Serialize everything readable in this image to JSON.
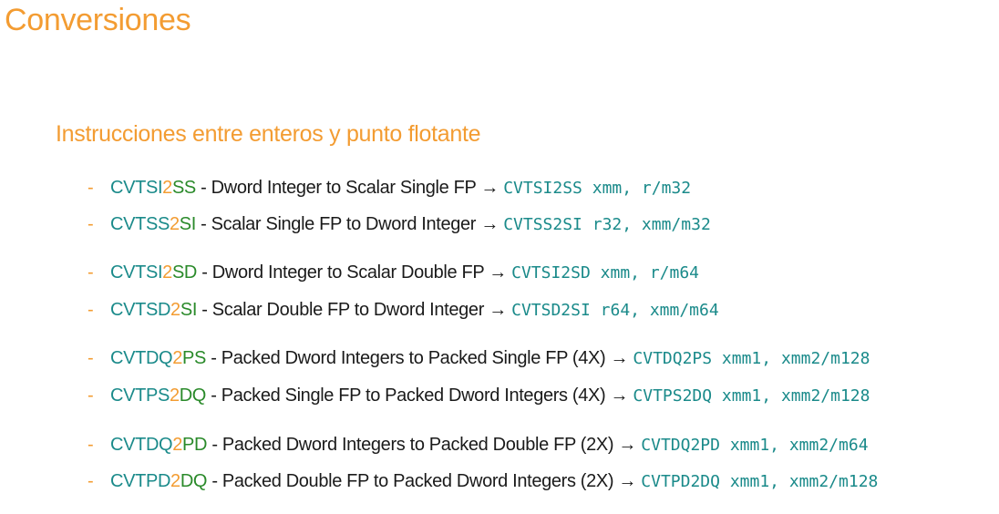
{
  "title": "Conversiones",
  "heading": "Instrucciones entre enteros y punto flotante",
  "bullet": "-",
  "arrow": "→",
  "separator": " - ",
  "colors": {
    "accent_orange": "#f39c32",
    "mnemonic_teal": "#1a8a8a",
    "mnemonic_green": "#2a8a2a",
    "text": "#1a1a1a"
  },
  "items": [
    {
      "mn_a": "CVTSI",
      "two": "2",
      "mn_b": "SS",
      "desc": "Dword Integer to Scalar Single FP",
      "syntax": "CVTSI2SS xmm, r/m32"
    },
    {
      "mn_a": "CVTSS",
      "two": "2",
      "mn_b": "SI",
      "desc": "Scalar Single FP to Dword Integer",
      "syntax": "CVTSS2SI r32, xmm/m32"
    },
    {
      "mn_a": "CVTSI",
      "two": "2",
      "mn_b": "SD",
      "desc": "Dword Integer to Scalar Double FP",
      "syntax": "CVTSI2SD xmm, r/m64"
    },
    {
      "mn_a": "CVTSD",
      "two": "2",
      "mn_b": "SI",
      "desc": "Scalar Double FP to Dword Integer",
      "syntax": "CVTSD2SI r64, xmm/m64"
    },
    {
      "mn_a": "CVTDQ",
      "two": "2",
      "mn_b": "PS",
      "desc": "Packed Dword Integers to Packed Single FP (4X)",
      "syntax": "CVTDQ2PS xmm1, xmm2/m128"
    },
    {
      "mn_a": "CVTPS",
      "two": "2",
      "mn_b": "DQ",
      "desc": "Packed Single FP to Packed Dword Integers (4X)",
      "syntax": "CVTPS2DQ xmm1, xmm2/m128"
    },
    {
      "mn_a": "CVTDQ",
      "two": "2",
      "mn_b": "PD",
      "desc": "Packed Dword Integers to Packed Double FP (2X)",
      "syntax": "CVTDQ2PD xmm1, xmm2/m64"
    },
    {
      "mn_a": "CVTPD",
      "two": "2",
      "mn_b": "DQ",
      "desc": "Packed Double FP to Packed Dword Integers (2X)",
      "syntax": "CVTPD2DQ xmm1, xmm2/m128"
    }
  ]
}
